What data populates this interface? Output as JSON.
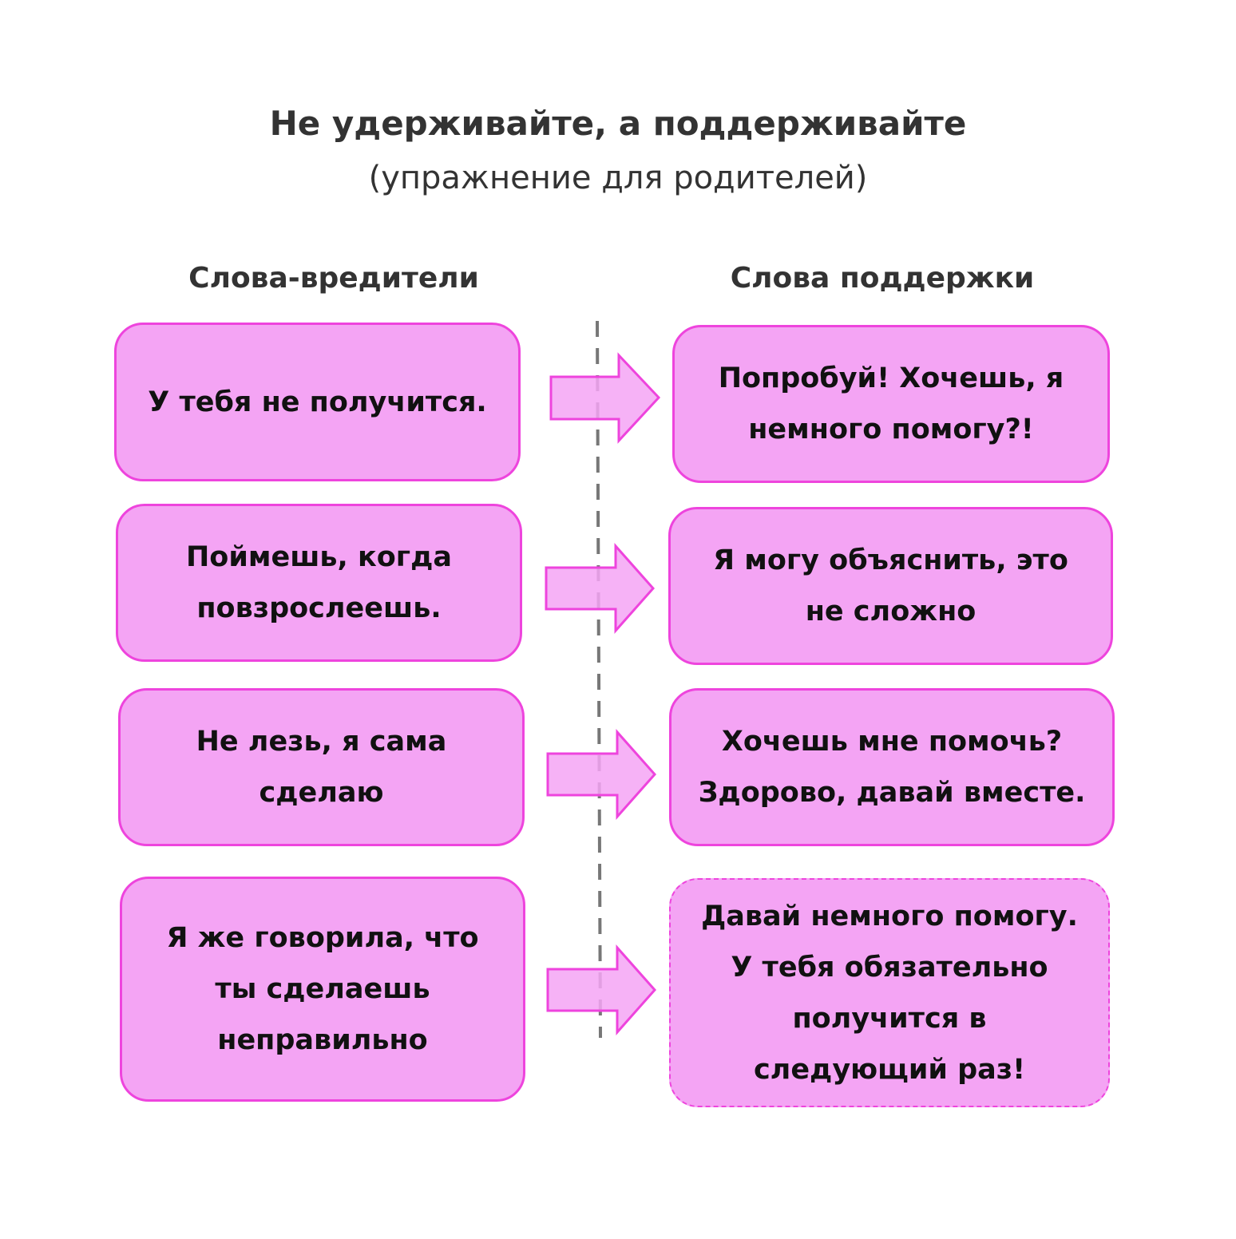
{
  "title": "Не удерживайте, а поддерживайте",
  "subtitle": "(упражнение для родителей)",
  "columns": {
    "left": "Слова-вредители",
    "right": "Слова поддержки"
  },
  "pairs": [
    {
      "harmful": "У тебя не получится.",
      "supportive": "Попробуй! Хочешь, я немного помогу?!"
    },
    {
      "harmful": "Поймешь, когда повзрослеешь.",
      "supportive": "Я могу объяснить, это не сложно"
    },
    {
      "harmful": "Не лезь, я сама сделаю",
      "supportive": "Хочешь мне помочь? Здорово, давай вместе."
    },
    {
      "harmful": "Я же говорила, что ты сделаешь неправильно",
      "supportive": "Давай немного помогу. У тебя обязательно получится в следующий раз!"
    }
  ],
  "colors": {
    "fill": "#f4a4f4",
    "border": "#ee44dd",
    "divider": "#777777"
  }
}
